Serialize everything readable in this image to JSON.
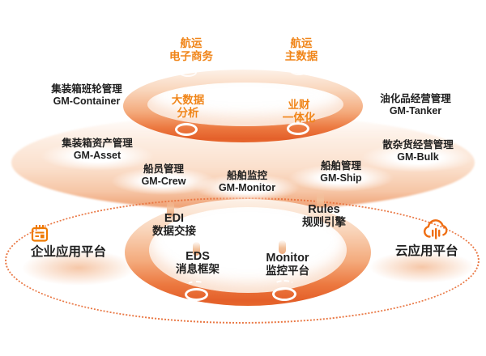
{
  "colors": {
    "accent_orange": "#f08519",
    "deep_orange": "#e4602a",
    "icon_orange": "#ef7a00",
    "dash_orange": "#e97743",
    "text_black": "#1f1f1f"
  },
  "top_ring": {
    "ecommerce": {
      "line1": "航运",
      "line2": "电子商务"
    },
    "master_data": {
      "line1": "航运",
      "line2": "主数据"
    },
    "big_data": {
      "line1": "大数据",
      "line2": "分析"
    },
    "finance": {
      "line1": "业财",
      "line2": "一体化"
    }
  },
  "products": {
    "container": {
      "line1": "集装箱班轮管理",
      "line2": "GM-Container"
    },
    "tanker": {
      "line1": "油化品经营管理",
      "line2": "GM-Tanker"
    },
    "asset": {
      "line1": "集装箱资产管理",
      "line2": "GM-Asset"
    },
    "bulk": {
      "line1": "散杂货经营管理",
      "line2": "GM-Bulk"
    },
    "crew": {
      "line1": "船员管理",
      "line2": "GM-Crew"
    },
    "monitor": {
      "line1": "船舶监控",
      "line2": "GM-Monitor"
    },
    "ship": {
      "line1": "船舶管理",
      "line2": "GM-Ship"
    }
  },
  "middleware": {
    "edi": {
      "line1": "EDI",
      "line2": "数据交接"
    },
    "rules": {
      "line1": "Rules",
      "line2": "规则引擎"
    },
    "eds": {
      "line1": "EDS",
      "line2": "消息框架"
    },
    "monitor_platform": {
      "line1": "Monitor",
      "line2": "监控平台"
    }
  },
  "platforms": {
    "enterprise": {
      "label": "企业应用平台",
      "icon": "org-board-icon"
    },
    "cloud": {
      "label": "云应用平台",
      "icon": "cloud-upload-icon"
    }
  }
}
